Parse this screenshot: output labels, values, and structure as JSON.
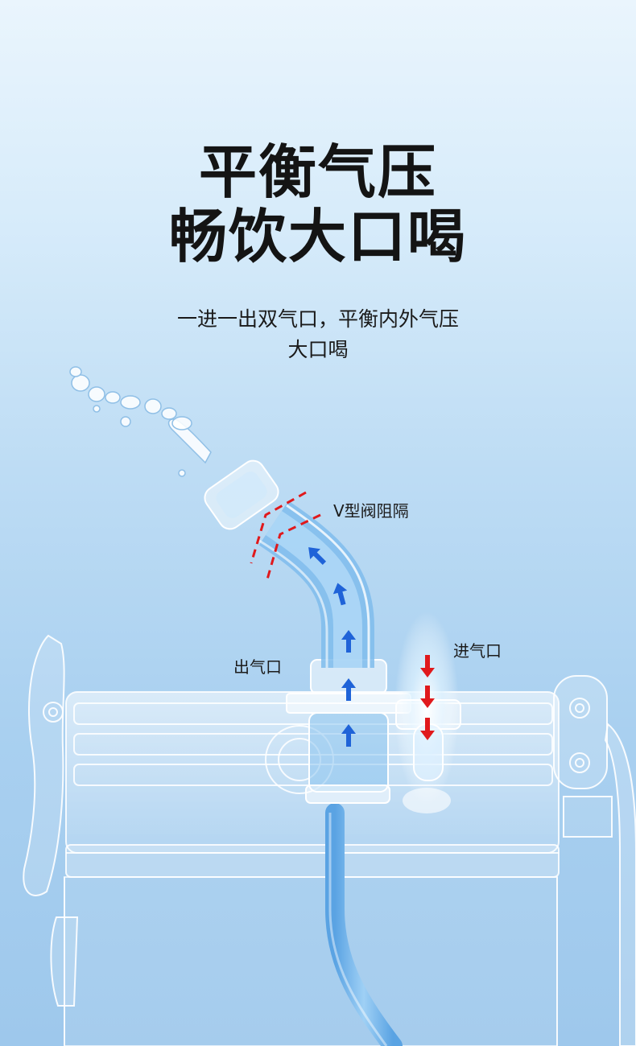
{
  "headline": {
    "line1": "平衡气压",
    "line2": "畅饮大口喝"
  },
  "subtitle": {
    "line1": "一进一出双气口，平衡内外气压",
    "line2": "大口喝"
  },
  "callouts": {
    "v_valve": "V型阀阻隔",
    "air_outlet": "出气口",
    "air_inlet": "进气口"
  },
  "colors": {
    "headline": "#141414",
    "flow_arrow_out": "#1f63d8",
    "flow_arrow_in": "#e0191c",
    "dashed_marker": "#e0191c",
    "straw": "#6fb2e8"
  }
}
